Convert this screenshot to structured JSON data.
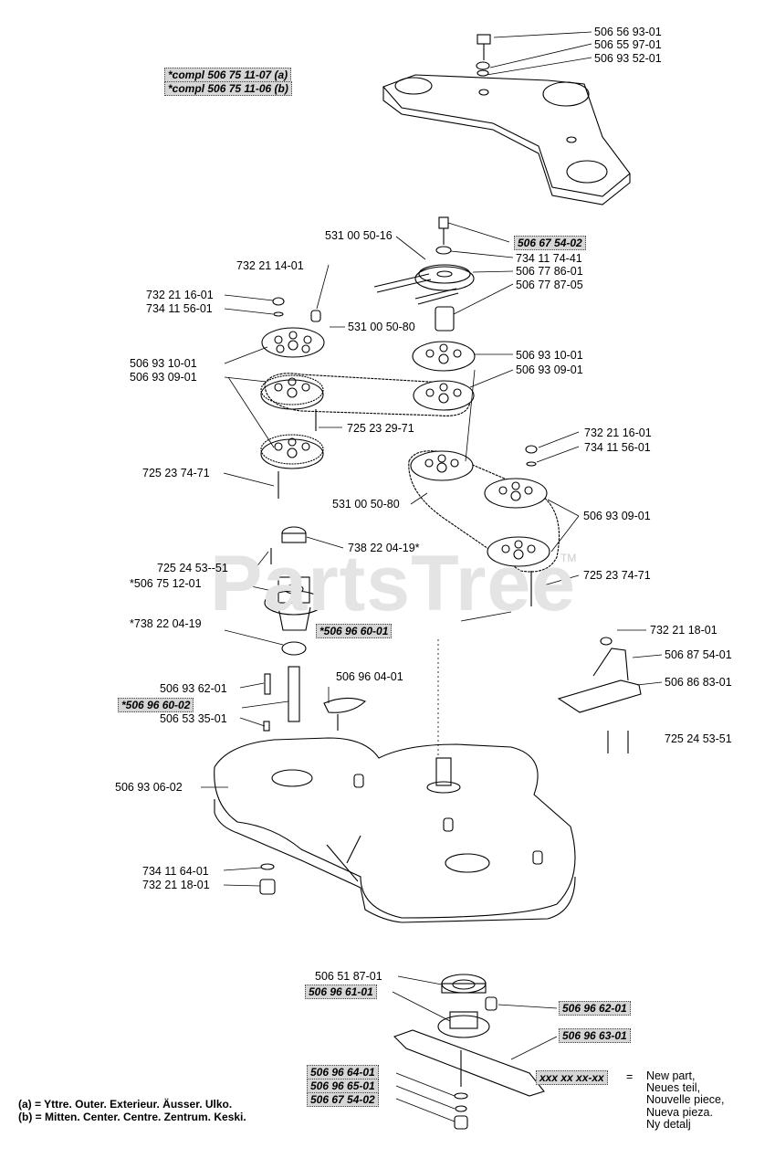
{
  "watermark": "PartsTree",
  "watermark_tm": "TM",
  "labels": {
    "p_506_56_93_01": "506 56 93-01",
    "p_506_55_97_01": "506 55 97-01",
    "p_506_93_52_01": "506 93 52-01",
    "p_531_00_50_16": "531 00 50-16",
    "p_734_11_74_41": "734 11 74-41",
    "p_506_77_86_01": "506 77 86-01",
    "p_506_77_87_05": "506 77 87-05",
    "p_732_21_14_01": "732 21 14-01",
    "p_732_21_16_01_a": "732 21 16-01",
    "p_734_11_56_01_a": "734 11 56-01",
    "p_531_00_50_80_a": "531 00 50-80",
    "p_506_93_10_01_a": "506 93 10-01",
    "p_506_93_09_01_a": "506 93 09-01",
    "p_506_93_10_01_b": "506 93 10-01",
    "p_506_93_09_01_b": "506 93 09-01",
    "p_725_23_29_71": "725 23 29-71",
    "p_732_21_16_01_b": "732 21 16-01",
    "p_734_11_56_01_b": "734 11 56-01",
    "p_725_23_74_71_a": "725 23 74-71",
    "p_531_00_50_80_b": "531 00 50-80",
    "p_506_93_09_01_c": "506 93 09-01",
    "p_725_23_74_71_b": "725 23 74-71",
    "p_738_22_04_19s": "738 22 04-19*",
    "p_725_24_53_51_a": "725 24 53--51",
    "p_506_75_12_01": "*506 75 12-01",
    "p_738_22_04_19": "*738 22 04-19",
    "p_732_21_18_01_a": "732 21 18-01",
    "p_506_87_54_01": "506 87 54-01",
    "p_506_86_83_01": "506 86 83-01",
    "p_725_24_53_51_b": "725 24 53-51",
    "p_506_93_62_01": "506 93 62-01",
    "p_506_96_04_01": "506 96 04-01",
    "p_506_53_35_01": "506 53 35-01",
    "p_506_93_06_02": "506 93 06-02",
    "p_734_11_64_01": "734 11 64-01",
    "p_732_21_18_01_b": "732 21 18-01",
    "p_506_51_87_01": "506 51 87-01"
  },
  "boxes": {
    "compl_a": "*compl 506 75 11-07 (a)",
    "compl_b": "*compl 506 75 11-06 (b)",
    "b_506_67_54_02_top": "506 67 54-02",
    "b_506_96_60_01": "*506 96 60-01",
    "b_506_96_60_02": "*506 96 60-02",
    "b_506_96_61_01": "506 96 61-01",
    "b_506_96_62_01": "506 96 62-01",
    "b_506_96_63_01": "506 96 63-01",
    "b_506_96_64_01": "506 96 64-01",
    "b_506_96_65_01": "506 96 65-01",
    "b_506_67_54_02_bot": "506 67 54-02",
    "legend_key": "xxx xx xx-xx"
  },
  "notes": {
    "a": "(a) = Yttre. Outer. Exterieur. Äusser. Ulko.",
    "b": "(b) = Mitten. Center. Centre. Zentrum. Keski."
  },
  "legend": {
    "equals": "=",
    "lines": [
      "New part,",
      "Neues teil,",
      "Nouvelle piece,",
      "Nueva pieza.",
      "Ny detalj"
    ]
  }
}
